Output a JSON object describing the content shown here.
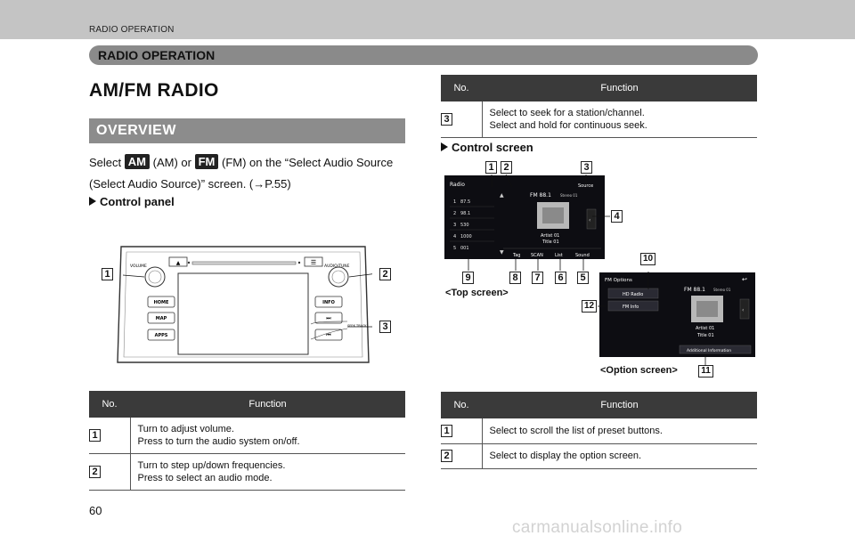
{
  "header": {
    "running_title": "RADIO OPERATION",
    "section_title": "RADIO OPERATION"
  },
  "left": {
    "heading": "AM/FM RADIO",
    "overview": "OVERVIEW",
    "intro": {
      "select": "Select",
      "am_chip": "AM",
      "am_text": "(AM) or",
      "fm_chip": "FM",
      "fm_text": "(FM) on the “Select Audio Source (Select Audio Source)” screen. (→P.55)"
    },
    "control_panel_label": "Control panel",
    "panel": {
      "volume": "VOLUME",
      "audio_tune": "AUDIO/TUNE",
      "home": "HOME",
      "map": "MAP",
      "apps": "APPS",
      "info": "INFO",
      "seek": "SEEK TRACK",
      "callouts": [
        "1",
        "2",
        "3"
      ]
    },
    "table": {
      "col_no": "No.",
      "col_fn": "Function",
      "rows": [
        {
          "no": "1",
          "lines": [
            "Turn to adjust volume.",
            "Press to turn the audio system on/off."
          ]
        },
        {
          "no": "2",
          "lines": [
            "Turn to step up/down frequencies.",
            "Press to select an audio mode."
          ]
        }
      ]
    }
  },
  "right": {
    "table_top": {
      "col_no": "No.",
      "col_fn": "Function",
      "rows": [
        {
          "no": "3",
          "lines": [
            "Select to seek for a station/channel.",
            "Select and hold for continuous seek."
          ]
        }
      ]
    },
    "control_screen_label": "Control screen",
    "top_screen": {
      "title": "Radio",
      "presets": [
        {
          "n": "1",
          "f": "87.5"
        },
        {
          "n": "2",
          "f": "98.1"
        },
        {
          "n": "3",
          "f": "530"
        },
        {
          "n": "4",
          "f": "1000"
        },
        {
          "n": "5",
          "f": "001"
        }
      ],
      "station": "FM 88.1",
      "stereo": "Stereo 01",
      "source": "Source",
      "artist": "Artist 01",
      "title_line": "Title 01",
      "buttons": [
        "Tag",
        "SCAN",
        "List",
        "Sound"
      ],
      "caption": "<Top screen>",
      "callouts": [
        "1",
        "2",
        "3",
        "4",
        "5",
        "6",
        "7",
        "8",
        "9"
      ]
    },
    "option_screen": {
      "title": "FM Options",
      "items": [
        "HD Radio",
        "FM Info"
      ],
      "station": "FM 88.1",
      "stereo": "Stereo 01",
      "artist": "Artist 01",
      "title_line": "Title 01",
      "additional": "Additional Information",
      "caption": "<Option screen>",
      "callouts": [
        "10",
        "11",
        "12"
      ]
    },
    "table_bottom": {
      "col_no": "No.",
      "col_fn": "Function",
      "rows": [
        {
          "no": "1",
          "lines": [
            "Select to scroll the list of preset buttons."
          ]
        },
        {
          "no": "2",
          "lines": [
            "Select to display the option screen."
          ]
        }
      ]
    }
  },
  "footer": {
    "page_number": "60",
    "watermark": "carmanualsonline.info"
  }
}
